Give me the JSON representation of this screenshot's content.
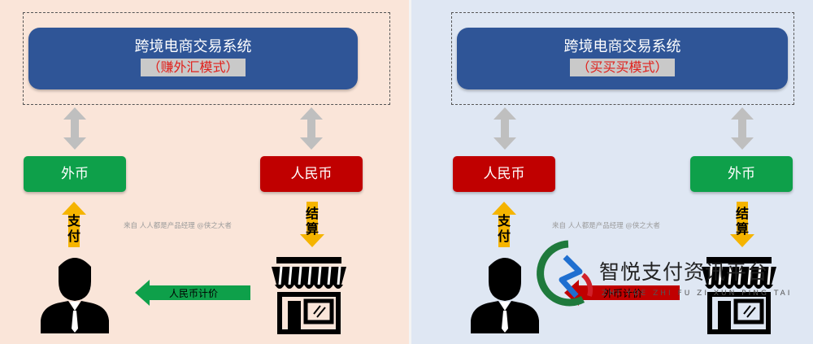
{
  "left": {
    "system_title": "跨境电商交易系统",
    "system_mode": "（赚外汇模式）",
    "currency_left": "外币",
    "currency_right": "人民币",
    "action_left": "支付",
    "action_right": "结算",
    "price_note": "人民币计价",
    "source_note": "来自 人人都是产品经理 @侠之大者"
  },
  "right": {
    "system_title": "跨境电商交易系统",
    "system_mode": "（买买买模式）",
    "currency_left": "人民币",
    "currency_right": "外币",
    "action_left": "支付",
    "action_right": "结算",
    "price_note": "外币计价",
    "source_note": "来自 人人都是产品经理 @侠之大者"
  },
  "watermark": {
    "name": "智悦支付资讯平台",
    "pinyin": "ZHI YUE ZHI FU ZI XUN PING TAI"
  },
  "colors": {
    "system_box": "#2f5597",
    "green": "#0ea04a",
    "red": "#c00000",
    "gold": "#f5b400",
    "gray_arrow": "#bfbfbf",
    "bg_left": "#fae5d9",
    "bg_right": "#dfe7f3"
  }
}
